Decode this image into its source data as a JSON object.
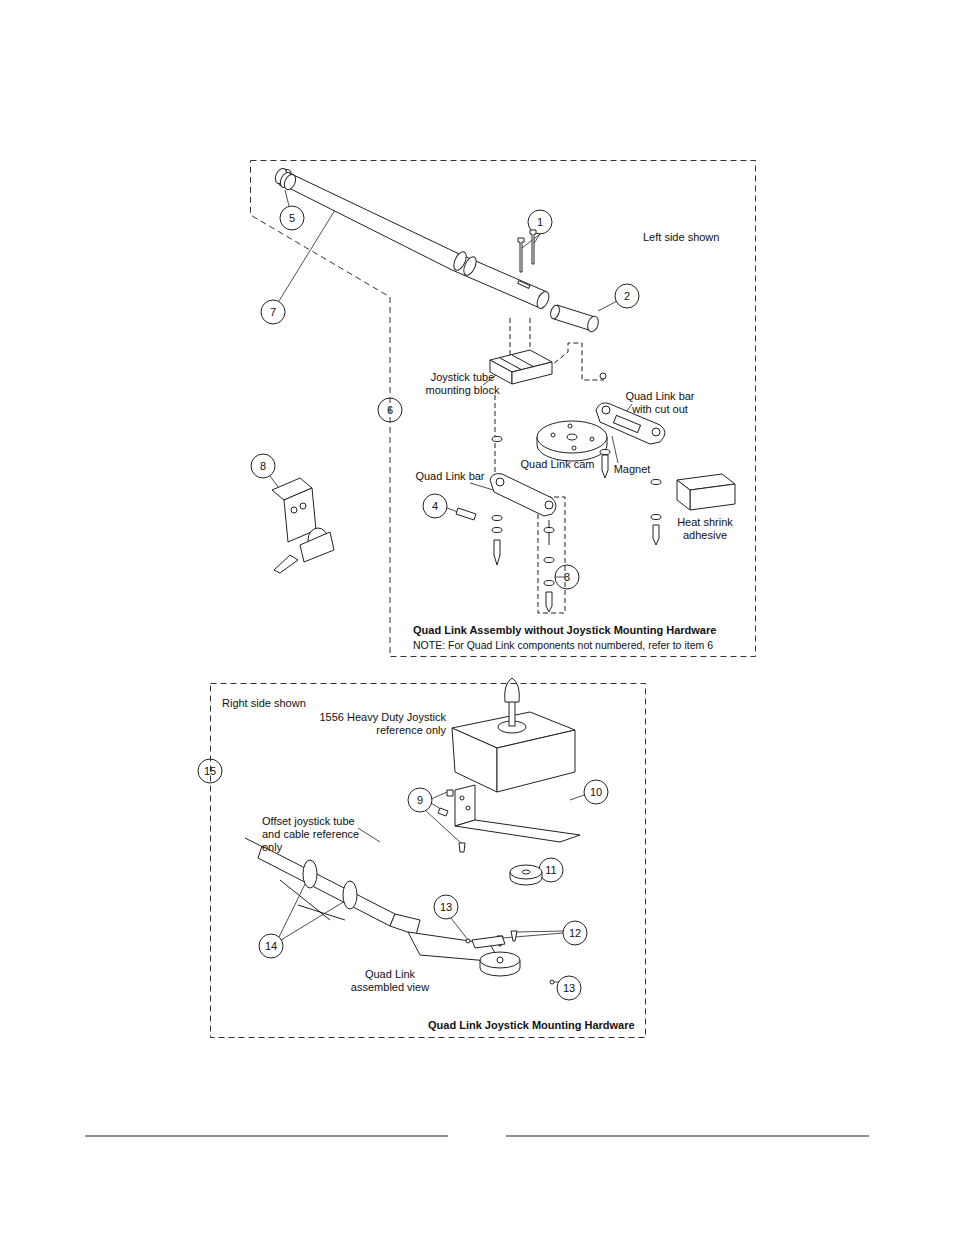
{
  "diagram": {
    "nodes": [
      {
        "text": [
          "Left side shown",
          "Quad Link Assembly without Joystick Mounting Hardware",
          "NOTE: For Quad Link components not numbered, refer to item 6"
        ]
      },
      {
        "text": [
          "Right side shown",
          "Quad Link Joystick Mounting Hardware"
        ]
      }
    ],
    "labels": [
      "5",
      "7",
      "1",
      "2",
      "Joystick tube mounting block",
      "6",
      "Quad Link bar with cut out",
      "Quad Link cam",
      "Magnet",
      "8",
      "Quad Link bar",
      "4",
      "Heat shrink adhesive",
      "3",
      "15",
      "1556 Heavy Duty Joystick reference only",
      "9",
      "10",
      "Offset joystick tube and cable reference only",
      "11",
      "12",
      "13",
      "14",
      "Quad Link assembled view",
      "13"
    ]
  }
}
